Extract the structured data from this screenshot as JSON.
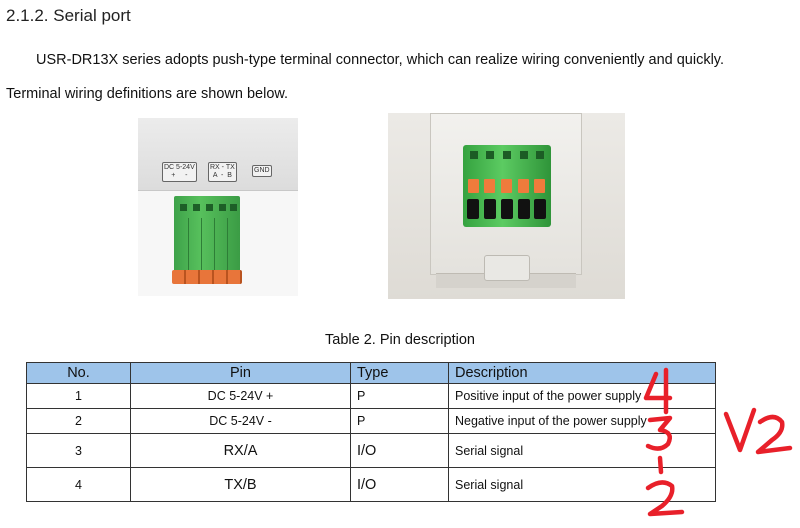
{
  "section_heading": "2.1.2. Serial port",
  "intro_text": "USR-DR13X series adopts push-type terminal connector, which can realize wiring conveniently and quickly.",
  "wiring_text": "Terminal wiring definitions are shown below.",
  "photo_labels": {
    "power": "DC 5-24V\n+     -",
    "serial": "RX - TX\nA  -  B",
    "ground": "GND"
  },
  "table_caption": "Table 2. Pin description",
  "table": {
    "headers": [
      "No.",
      "Pin",
      "Type",
      "Description"
    ],
    "rows": [
      {
        "no": "1",
        "pin": "DC 5-24V +",
        "type": "P",
        "desc": "Positive input of the power supply"
      },
      {
        "no": "2",
        "pin": "DC 5-24V -",
        "type": "P",
        "desc": "Negative input of the power supply"
      },
      {
        "no": "3",
        "pin": "RX/A",
        "type": "I/O",
        "desc": "Serial signal"
      },
      {
        "no": "4",
        "pin": "TX/B",
        "type": "I/O",
        "desc": "Serial signal"
      }
    ],
    "header_color": "#9ec4ea"
  },
  "annotation": {
    "order": [
      "4",
      "3",
      "1",
      "2"
    ],
    "version": "V2",
    "ink_color": "#e8202a"
  }
}
